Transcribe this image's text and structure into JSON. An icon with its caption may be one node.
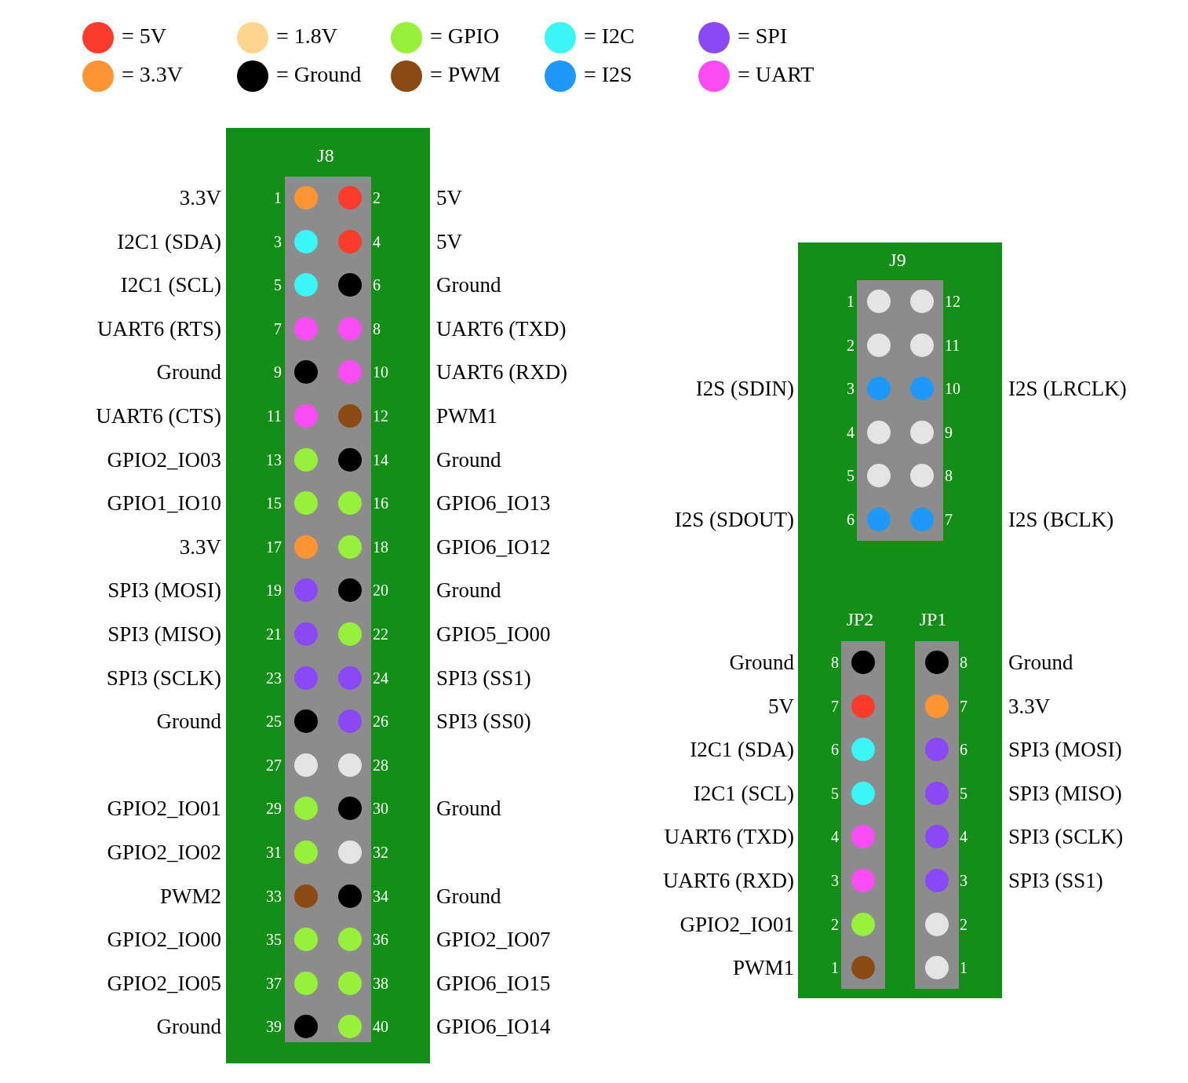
{
  "diagram": {
    "nodes": [
      {
        "text": [
          "J8"
        ]
      },
      {
        "text": [
          "1"
        ],
        "in": 0,
        "beside": [
          "3.3V"
        ]
      },
      {
        "text": [
          "2"
        ],
        "in": 0,
        "beside": [
          "5V"
        ]
      },
      {
        "text": [
          "3"
        ],
        "in": 0,
        "beside": [
          "I2C1 (SDA)"
        ]
      },
      {
        "text": [
          "4"
        ],
        "in": 0,
        "beside": [
          "5V"
        ]
      },
      {
        "text": [
          "5"
        ],
        "in": 0,
        "beside": [
          "I2C1 (SCL)"
        ]
      },
      {
        "text": [
          "6"
        ],
        "in": 0,
        "beside": [
          "Ground"
        ]
      },
      {
        "text": [
          "7"
        ],
        "in": 0,
        "beside": [
          "UART6 (RTS)"
        ]
      },
      {
        "text": [
          "8"
        ],
        "in": 0,
        "beside": [
          "UART6 (TXD)"
        ]
      },
      {
        "text": [
          "9"
        ],
        "in": 0,
        "beside": [
          "Ground"
        ]
      },
      {
        "text": [
          "10"
        ],
        "in": 0,
        "beside": [
          "UART6 (RXD)"
        ]
      },
      {
        "text": [
          "11"
        ],
        "in": 0,
        "beside": [
          "UART6 (CTS)"
        ]
      },
      {
        "text": [
          "12"
        ],
        "in": 0,
        "beside": [
          "PWM1"
        ]
      },
      {
        "text": [
          "13"
        ],
        "in": 0,
        "beside": [
          "GPIO2_IO03"
        ]
      },
      {
        "text": [
          "14"
        ],
        "in": 0,
        "beside": [
          "Ground"
        ]
      },
      {
        "text": [
          "15"
        ],
        "in": 0,
        "beside": [
          "GPIO1_IO10"
        ]
      },
      {
        "text": [
          "16"
        ],
        "in": 0,
        "beside": [
          "GPIO6_IO13"
        ]
      },
      {
        "text": [
          "17"
        ],
        "in": 0,
        "beside": [
          "3.3V"
        ]
      },
      {
        "text": [
          "18"
        ],
        "in": 0,
        "beside": [
          "GPIO6_IO12"
        ]
      },
      {
        "text": [
          "19"
        ],
        "in": 0,
        "beside": [
          "SPI3 (MOSI)"
        ]
      },
      {
        "text": [
          "20"
        ],
        "in": 0,
        "beside": [
          "Ground"
        ]
      },
      {
        "text": [
          "21"
        ],
        "in": 0,
        "beside": [
          "SPI3 (MISO)"
        ]
      },
      {
        "text": [
          "22"
        ],
        "in": 0,
        "beside": [
          "GPIO5_IO00"
        ]
      },
      {
        "text": [
          "23"
        ],
        "in": 0,
        "beside": [
          "SPI3 (SCLK)"
        ]
      },
      {
        "text": [
          "24"
        ],
        "in": 0,
        "beside": [
          "SPI3 (SS1)"
        ]
      },
      {
        "text": [
          "25"
        ],
        "in": 0,
        "beside": [
          "Ground"
        ]
      },
      {
        "text": [
          "26"
        ],
        "in": 0,
        "beside": [
          "SPI3 (SS0)"
        ]
      },
      {
        "text": [
          "27"
        ],
        "in": 0
      },
      {
        "text": [
          "28"
        ],
        "in": 0
      },
      {
        "text": [
          "29"
        ],
        "in": 0,
        "beside": [
          "GPIO2_IO01"
        ]
      },
      {
        "text": [
          "30"
        ],
        "in": 0,
        "beside": [
          "Ground"
        ]
      },
      {
        "text": [
          "31"
        ],
        "in": 0,
        "beside": [
          "GPIO2_IO02"
        ]
      },
      {
        "text": [
          "32"
        ],
        "in": 0
      },
      {
        "text": [
          "33"
        ],
        "in": 0,
        "beside": [
          "PWM2"
        ]
      },
      {
        "text": [
          "34"
        ],
        "in": 0,
        "beside": [
          "Ground"
        ]
      },
      {
        "text": [
          "35"
        ],
        "in": 0,
        "beside": [
          "GPIO2_IO00"
        ]
      },
      {
        "text": [
          "36"
        ],
        "in": 0,
        "beside": [
          "GPIO2_IO07"
        ]
      },
      {
        "text": [
          "37"
        ],
        "in": 0,
        "beside": [
          "GPIO2_IO05"
        ]
      },
      {
        "text": [
          "38"
        ],
        "in": 0,
        "beside": [
          "GPIO6_IO15"
        ]
      },
      {
        "text": [
          "39"
        ],
        "in": 0,
        "beside": [
          "Ground"
        ]
      },
      {
        "text": [
          "40"
        ],
        "in": 0,
        "beside": [
          "GPIO6_IO14"
        ]
      },
      {
        "text": [],
        "shape": "box"
      },
      {
        "text": [
          "J9"
        ],
        "in": 41
      },
      {
        "text": [
          "1"
        ],
        "in": 42
      },
      {
        "text": [
          "12"
        ],
        "in": 42
      },
      {
        "text": [
          "2"
        ],
        "in": 42
      },
      {
        "text": [
          "11"
        ],
        "in": 42
      },
      {
        "text": [
          "3"
        ],
        "in": 42,
        "beside": [
          "I2S (SDIN)"
        ]
      },
      {
        "text": [
          "10"
        ],
        "in": 42,
        "beside": [
          "I2S (LRCLK)"
        ]
      },
      {
        "text": [
          "4"
        ],
        "in": 42
      },
      {
        "text": [
          "9"
        ],
        "in": 42
      },
      {
        "text": [
          "5"
        ],
        "in": 42
      },
      {
        "text": [
          "8"
        ],
        "in": 42
      },
      {
        "text": [
          "6"
        ],
        "in": 42,
        "beside": [
          "I2S (SDOUT)"
        ]
      },
      {
        "text": [
          "7"
        ],
        "in": 42,
        "beside": [
          "I2S (BCLK)"
        ]
      },
      {
        "text": [
          "JP2"
        ],
        "in": 41
      },
      {
        "text": [
          "8"
        ],
        "in": 55,
        "beside": [
          "Ground"
        ]
      },
      {
        "text": [
          "7"
        ],
        "in": 55,
        "beside": [
          "5V"
        ]
      },
      {
        "text": [
          "6"
        ],
        "in": 55,
        "beside": [
          "I2C1 (SDA)"
        ]
      },
      {
        "text": [
          "5"
        ],
        "in": 55,
        "beside": [
          "I2C1 (SCL)"
        ]
      },
      {
        "text": [
          "4"
        ],
        "in": 55,
        "beside": [
          "UART6 (TXD)"
        ]
      },
      {
        "text": [
          "3"
        ],
        "in": 55,
        "beside": [
          "UART6 (RXD)"
        ]
      },
      {
        "text": [
          "2"
        ],
        "in": 55,
        "beside": [
          "GPIO2_IO01"
        ]
      },
      {
        "text": [
          "1"
        ],
        "in": 55,
        "beside": [
          "PWM1"
        ]
      },
      {
        "text": [
          "JP1"
        ],
        "in": 41
      },
      {
        "text": [
          "8"
        ],
        "in": 64,
        "beside": [
          "Ground"
        ]
      },
      {
        "text": [
          "7"
        ],
        "in": 64,
        "beside": [
          "3.3V"
        ]
      },
      {
        "text": [
          "6"
        ],
        "in": 64,
        "beside": [
          "SPI3 (MOSI)"
        ]
      },
      {
        "text": [
          "5"
        ],
        "in": 64,
        "beside": [
          "SPI3 (MISO)"
        ]
      },
      {
        "text": [
          "4"
        ],
        "in": 64,
        "beside": [
          "SPI3 (SCLK)"
        ]
      },
      {
        "text": [
          "3"
        ],
        "in": 64,
        "beside": [
          "SPI3 (SS1)"
        ]
      },
      {
        "text": [
          "2"
        ],
        "in": 64
      },
      {
        "text": [
          "1"
        ],
        "in": 64
      }
    ],
    "edges": [],
    "legend": [
      {
        "text": "= 5V",
        "color": "#fb3b2c"
      },
      {
        "text": "= 1.8V",
        "color": "#ffd58f"
      },
      {
        "text": "= GPIO",
        "color": "#98f03a"
      },
      {
        "text": "= I2C",
        "color": "#3cf5f5"
      },
      {
        "text": "= SPI",
        "color": "#8a48f6"
      },
      {
        "text": "= 3.3V",
        "color": "#ff9434"
      },
      {
        "text": "= Ground",
        "color": "#000000"
      },
      {
        "text": "= PWM",
        "color": "#8a4a14"
      },
      {
        "text": "= I2S",
        "color": "#1e98fb"
      },
      {
        "text": "= UART",
        "color": "#fc4cf5"
      }
    ]
  }
}
